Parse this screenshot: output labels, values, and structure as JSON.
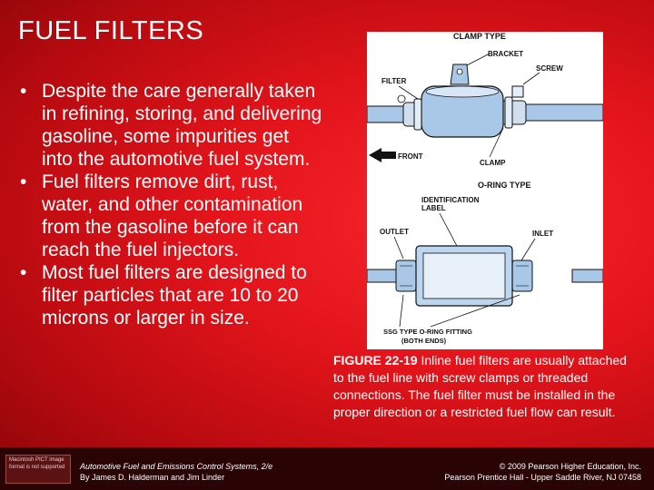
{
  "slide": {
    "title": "FUEL FILTERS",
    "bullets": [
      "Despite the care generally taken in refining, storing, and delivering gasoline, some impurities get into the automotive fuel system.",
      "Fuel filters remove dirt, rust, water, and other contamination from the gasoline before it can reach the fuel injectors.",
      "Most fuel filters are designed to filter particles that are 10 to 20 microns or larger in size."
    ],
    "bullet_glyph": "•"
  },
  "figure": {
    "labels": {
      "clamp_type": "CLAMP TYPE",
      "bracket": "BRACKET",
      "filter": "FILTER",
      "screw": "SCREW",
      "front": "FRONT",
      "clamp": "CLAMP",
      "oring_type": "O-RING TYPE",
      "identification_label_1": "IDENTIFICATION",
      "identification_label_2": "LABEL",
      "outlet": "OUTLET",
      "inlet": "INLET",
      "fitting_1": "SSG TYPE O-RING FITTING",
      "fitting_2": "(BOTH ENDS)"
    },
    "caption_label": "FIGURE 22-19",
    "caption_text": " Inline fuel filters are usually attached to the fuel line with screw clamps or threaded connections. The fuel filter must be installed in the proper direction or a restricted fuel flow can result."
  },
  "footer": {
    "logo_text": "Macintosh PICT image format is not supported",
    "book_title": "Automotive Fuel and Emissions Control Systems, 2/e",
    "authors": "By James D. Halderman and Jim Linder",
    "copyright": "© 2009 Pearson Higher Education, Inc.",
    "publisher": "Pearson Prentice Hall - Upper Saddle River, NJ 07458"
  },
  "colors": {
    "background_red": "#e3141b",
    "footer_dark": "#2a0405",
    "text_white": "#ffffff",
    "diagram_blue": "#a9c8e8"
  }
}
